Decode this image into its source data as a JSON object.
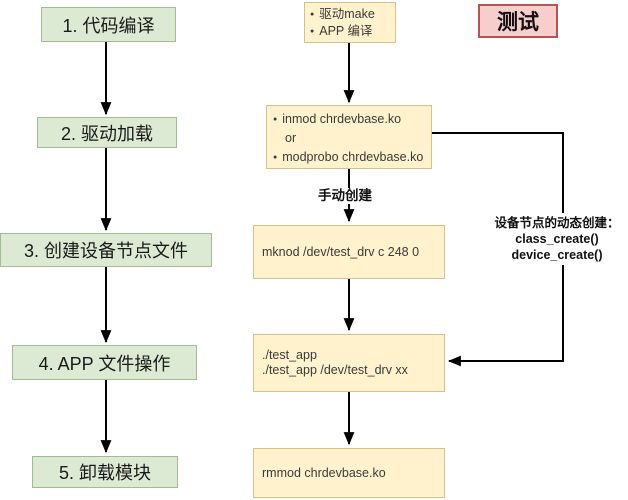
{
  "left_steps": [
    "1. 代码编译",
    "2. 驱动加载",
    "3. 创建设备节点文件",
    "4. APP 文件操作",
    "5. 卸载模块"
  ],
  "test_badge": "测试",
  "mid": {
    "compile_box": {
      "line1": "驱动make",
      "line2": "APP 编译"
    },
    "load_box": {
      "line1": "inmod chrdevbase.ko",
      "line2": "or",
      "line3": "modprobo chrdevbase.ko"
    },
    "mknod_box": {
      "line1": "mknod /dev/test_drv c 248 0"
    },
    "app_box": {
      "line1": "./test_app",
      "line2": "./test_app /dev/test_drv xx"
    },
    "unload_box": {
      "line1": "rmmod chrdevbase.ko"
    }
  },
  "labels": {
    "manual_create": "手动创建",
    "dynamic_title": "设备节点的动态创建：",
    "dynamic_fn1": "class_create()",
    "dynamic_fn2": "device_create()"
  },
  "colors": {
    "green_fill": "#dcead3",
    "green_border": "#9fbe8d",
    "yellow_fill": "#fff2cc",
    "yellow_border": "#d5c18a",
    "pink_fill": "#f8cecc",
    "pink_border": "#b85450",
    "arrow": "#000000"
  }
}
